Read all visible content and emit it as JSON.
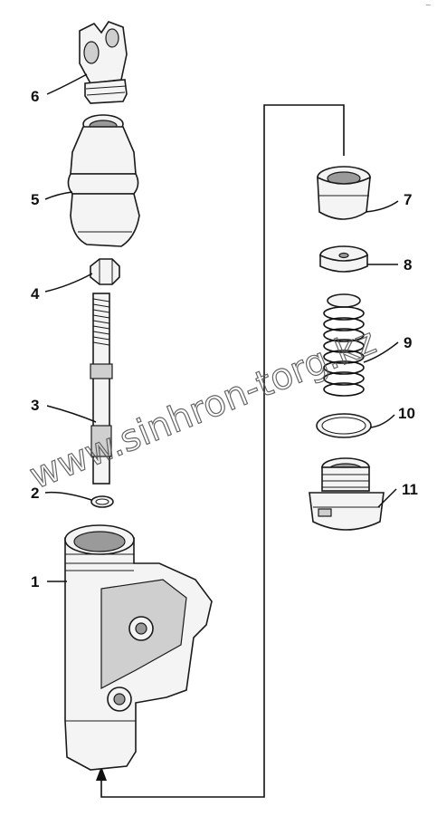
{
  "callouts": {
    "c1": "1",
    "c2": "2",
    "c3": "3",
    "c4": "4",
    "c5": "5",
    "c6": "6",
    "c7": "7",
    "c8": "8",
    "c9": "9",
    "c10": "10",
    "c11": "11"
  },
  "watermark": "www.sinhron-torg.kz",
  "corner_mark": "~"
}
